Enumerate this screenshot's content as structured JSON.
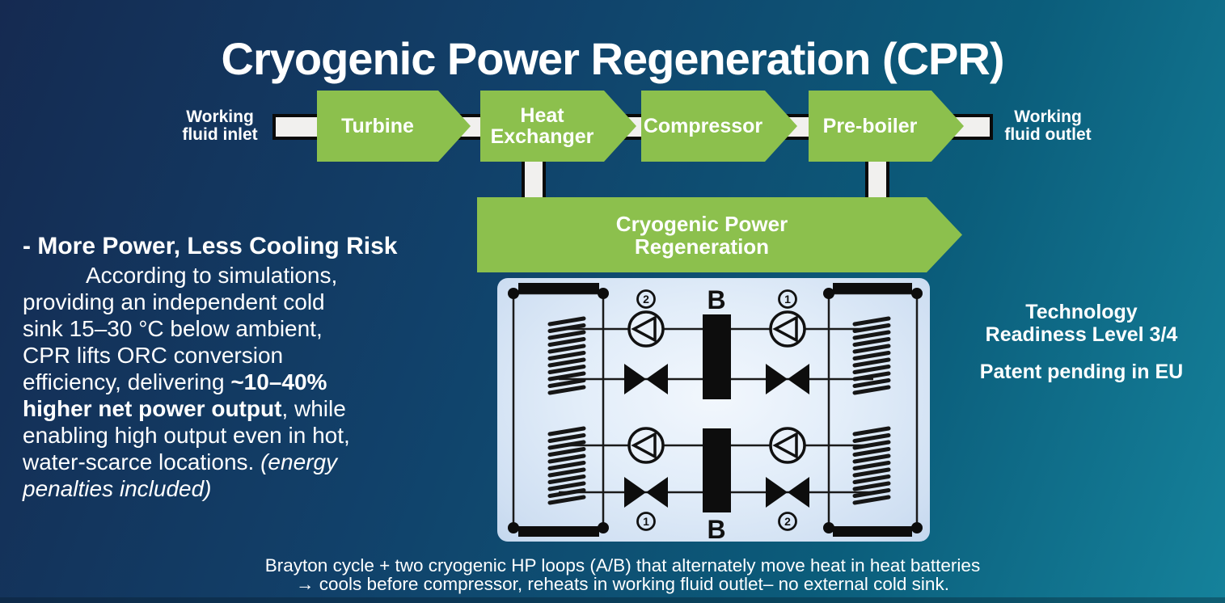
{
  "title": "Cryogenic Power Regeneration (CPR)",
  "flow": {
    "inlet_label": "Working fluid inlet",
    "outlet_label": "Working fluid outlet",
    "stages": [
      "Turbine",
      "Heat Exchanger",
      "Compressor",
      "Pre-boiler"
    ],
    "cpr_label": "Cryogenic Power Regeneration"
  },
  "left_text": {
    "heading": "- More Power, Less Cooling Risk",
    "lines": [
      {
        "indent": true,
        "segments": [
          {
            "t": "According to simulations,",
            "s": "n"
          }
        ]
      },
      {
        "indent": false,
        "segments": [
          {
            "t": "providing an independent cold",
            "s": "n"
          }
        ]
      },
      {
        "indent": false,
        "segments": [
          {
            "t": "sink 15–30 °C below ambient,",
            "s": "n"
          }
        ]
      },
      {
        "indent": false,
        "segments": [
          {
            "t": "CPR lifts ORC conversion",
            "s": "n"
          }
        ]
      },
      {
        "indent": false,
        "segments": [
          {
            "t": "efficiency, delivering ",
            "s": "n"
          },
          {
            "t": "~10–40%",
            "s": "b"
          }
        ]
      },
      {
        "indent": false,
        "segments": [
          {
            "t": "higher net power output",
            "s": "b"
          },
          {
            "t": ", while",
            "s": "n"
          }
        ]
      },
      {
        "indent": false,
        "segments": [
          {
            "t": "enabling high output even in hot,",
            "s": "n"
          }
        ]
      },
      {
        "indent": false,
        "segments": [
          {
            "t": "water-scarce locations. ",
            "s": "n"
          },
          {
            "t": "(energy",
            "s": "i"
          }
        ]
      },
      {
        "indent": false,
        "segments": [
          {
            "t": "penalties included)",
            "s": "i"
          }
        ]
      }
    ]
  },
  "right_text": {
    "trl_line1": "Technology",
    "trl_line2": "Readiness Level 3/4",
    "patent": "Patent pending in EU"
  },
  "caption": {
    "line1": "Brayton cycle + two cryogenic HP loops (A/B) that alternately move heat in heat batteries",
    "line2": "→ cools before compressor, reheats in working fluid outlet– no external cold sink."
  },
  "schematic": {
    "pump_top_left_label": "2",
    "pump_top_right_label": "1",
    "pump_bottom_left_label": "1",
    "pump_bottom_right_label": "2",
    "battery_top_label": "B",
    "battery_bottom_label": "B"
  },
  "colors": {
    "background_navy": "#152a51",
    "background_teal": "#15829b",
    "arrow_green": "#8cc04d",
    "pipe_white": "#f1f0ee",
    "schematic_blue": "#dcebf8",
    "text_white": "#ffffff",
    "line_black": "#0d0d0d"
  }
}
